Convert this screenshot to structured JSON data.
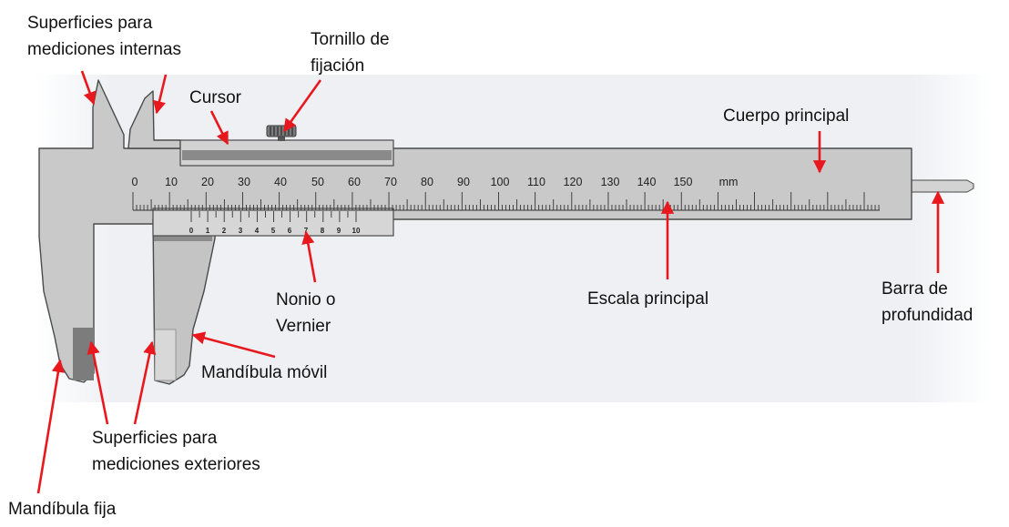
{
  "labels": {
    "superficies_internas": [
      "Superficies para",
      "mediciones internas"
    ],
    "tornillo": [
      "Tornillo de",
      "fijación"
    ],
    "cursor": "Cursor",
    "cuerpo_principal": "Cuerpo principal",
    "nonio": [
      "Nonio o",
      "Vernier"
    ],
    "escala_principal": "Escala principal",
    "barra_profundidad": [
      "Barra de",
      "profundidad"
    ],
    "mandibula_movil": "Mandíbula móvil",
    "superficies_exteriores": [
      "Superficies para",
      "mediciones exteriores"
    ],
    "mandibula_fija": "Mandíbula fija"
  },
  "scale": {
    "main_numbers": [
      "0",
      "10",
      "20",
      "30",
      "40",
      "50",
      "60",
      "70",
      "80",
      "90",
      "100",
      "110",
      "120",
      "130",
      "140",
      "150"
    ],
    "unit": "mm",
    "vernier_numbers": [
      "0",
      "1",
      "2",
      "3",
      "4",
      "5",
      "6",
      "7",
      "8",
      "9",
      "10"
    ]
  },
  "colors": {
    "body": "#c9c9c9",
    "body_stroke": "#4a4a4a",
    "slider": "#d2d2d2",
    "slot": "#8a8a8a",
    "jaw_shadow": "#7c7c7c",
    "background_panel": "#eef0f4",
    "arrow": "#e8191e",
    "text": "#111111"
  }
}
